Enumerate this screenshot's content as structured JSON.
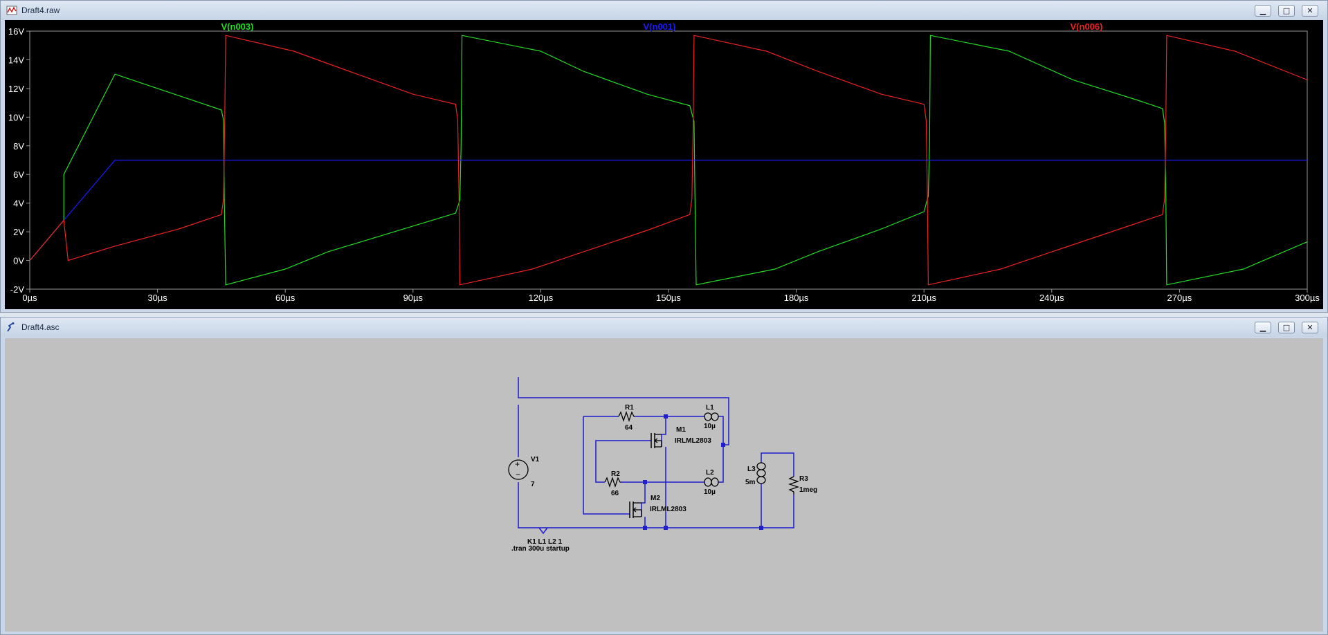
{
  "colors": {
    "green": "#22dd22",
    "blue": "#1a1aff",
    "red": "#ee2222",
    "wire": "#1c1cd0",
    "node": "#2020d0",
    "component": "#000000",
    "plot_bg": "#000000",
    "schematic_bg": "#c0c0c0",
    "axis_text": "#ffffff"
  },
  "waveform_window": {
    "title": "Draft4.raw",
    "icon": "waveform-icon",
    "buttons": {
      "minimize": "▁",
      "maximize": "□",
      "close": "✕"
    }
  },
  "schematic_window": {
    "title": "Draft4.asc",
    "icon": "schematic-icon",
    "buttons": {
      "minimize": "▁",
      "maximize": "□",
      "close": "✕"
    }
  },
  "chart_data": {
    "type": "line",
    "xlim": [
      0,
      300
    ],
    "ylim": [
      -2,
      16
    ],
    "x_ticks": [
      "0µs",
      "30µs",
      "60µs",
      "90µs",
      "120µs",
      "150µs",
      "180µs",
      "210µs",
      "240µs",
      "270µs",
      "300µs"
    ],
    "x_tick_values": [
      0,
      30,
      60,
      90,
      120,
      150,
      180,
      210,
      240,
      270,
      300
    ],
    "y_ticks": [
      "-2V",
      "0V",
      "2V",
      "4V",
      "6V",
      "8V",
      "10V",
      "12V",
      "14V",
      "16V"
    ],
    "y_tick_values": [
      -2,
      0,
      2,
      4,
      6,
      8,
      10,
      12,
      14,
      16
    ],
    "grid": false,
    "legend": "top",
    "series": [
      {
        "name": "V(n003)",
        "color": "#22dd22",
        "points": [
          [
            0,
            0
          ],
          [
            8,
            2.8
          ],
          [
            8,
            6
          ],
          [
            20,
            13
          ],
          [
            40,
            11
          ],
          [
            45,
            10.5
          ],
          [
            45.5,
            9.8
          ],
          [
            45.7,
            4
          ],
          [
            46,
            -1.7
          ],
          [
            60,
            -0.6
          ],
          [
            70,
            0.6
          ],
          [
            90,
            2.4
          ],
          [
            100,
            3.3
          ],
          [
            101,
            4.2
          ],
          [
            101.3,
            8
          ],
          [
            101.5,
            15.7
          ],
          [
            120,
            14.6
          ],
          [
            130,
            13.2
          ],
          [
            145,
            11.6
          ],
          [
            155,
            10.8
          ],
          [
            156,
            9.7
          ],
          [
            156.2,
            4.5
          ],
          [
            156.5,
            -1.7
          ],
          [
            175,
            -0.6
          ],
          [
            185,
            0.6
          ],
          [
            200,
            2.2
          ],
          [
            210,
            3.4
          ],
          [
            211,
            4.5
          ],
          [
            211.3,
            8
          ],
          [
            211.5,
            15.7
          ],
          [
            230,
            14.6
          ],
          [
            245,
            12.6
          ],
          [
            260,
            11.2
          ],
          [
            266,
            10.6
          ],
          [
            266.5,
            9.6
          ],
          [
            266.8,
            4.5
          ],
          [
            267,
            -1.7
          ],
          [
            285,
            -0.6
          ],
          [
            300,
            1.3
          ]
        ]
      },
      {
        "name": "V(n001)",
        "color": "#1a1aff",
        "points": [
          [
            0,
            0
          ],
          [
            8,
            2.8
          ],
          [
            20,
            7
          ],
          [
            300,
            7
          ]
        ]
      },
      {
        "name": "V(n006)",
        "color": "#ee2222",
        "points": [
          [
            0,
            0
          ],
          [
            8,
            2.8
          ],
          [
            9,
            0
          ],
          [
            20,
            1
          ],
          [
            35,
            2.2
          ],
          [
            45,
            3.2
          ],
          [
            45.5,
            4.3
          ],
          [
            45.8,
            10
          ],
          [
            46,
            15.7
          ],
          [
            62,
            14.6
          ],
          [
            75,
            13.2
          ],
          [
            90,
            11.6
          ],
          [
            100,
            10.9
          ],
          [
            100.5,
            9.8
          ],
          [
            100.8,
            4.5
          ],
          [
            101,
            -1.7
          ],
          [
            118,
            -0.6
          ],
          [
            130,
            0.6
          ],
          [
            145,
            2.1
          ],
          [
            155,
            3.2
          ],
          [
            155.5,
            4.3
          ],
          [
            155.8,
            9.5
          ],
          [
            156,
            15.7
          ],
          [
            173,
            14.6
          ],
          [
            185,
            13.2
          ],
          [
            200,
            11.6
          ],
          [
            210,
            10.9
          ],
          [
            210.5,
            9.8
          ],
          [
            210.8,
            4.5
          ],
          [
            211,
            -1.7
          ],
          [
            228,
            -0.6
          ],
          [
            240,
            0.6
          ],
          [
            255,
            2.1
          ],
          [
            266,
            3.2
          ],
          [
            266.5,
            4.3
          ],
          [
            266.8,
            9.5
          ],
          [
            267,
            15.7
          ],
          [
            283,
            14.6
          ],
          [
            300,
            12.6
          ]
        ]
      }
    ]
  },
  "schematic": {
    "components": {
      "V1": {
        "name": "V1",
        "value": "7"
      },
      "R1": {
        "name": "R1",
        "value": "64"
      },
      "R2": {
        "name": "R2",
        "value": "66"
      },
      "R3": {
        "name": "R3",
        "value": "1meg"
      },
      "L1": {
        "name": "L1",
        "value": "10µ"
      },
      "L2": {
        "name": "L2",
        "value": "10µ"
      },
      "L3": {
        "name": "L3",
        "value": "5m"
      },
      "M1": {
        "name": "M1",
        "value": "IRLML2803"
      },
      "M2": {
        "name": "M2",
        "value": "IRLML2803"
      }
    },
    "directives": [
      ".tran 300u startup",
      "K1 L1 L2 1"
    ]
  }
}
